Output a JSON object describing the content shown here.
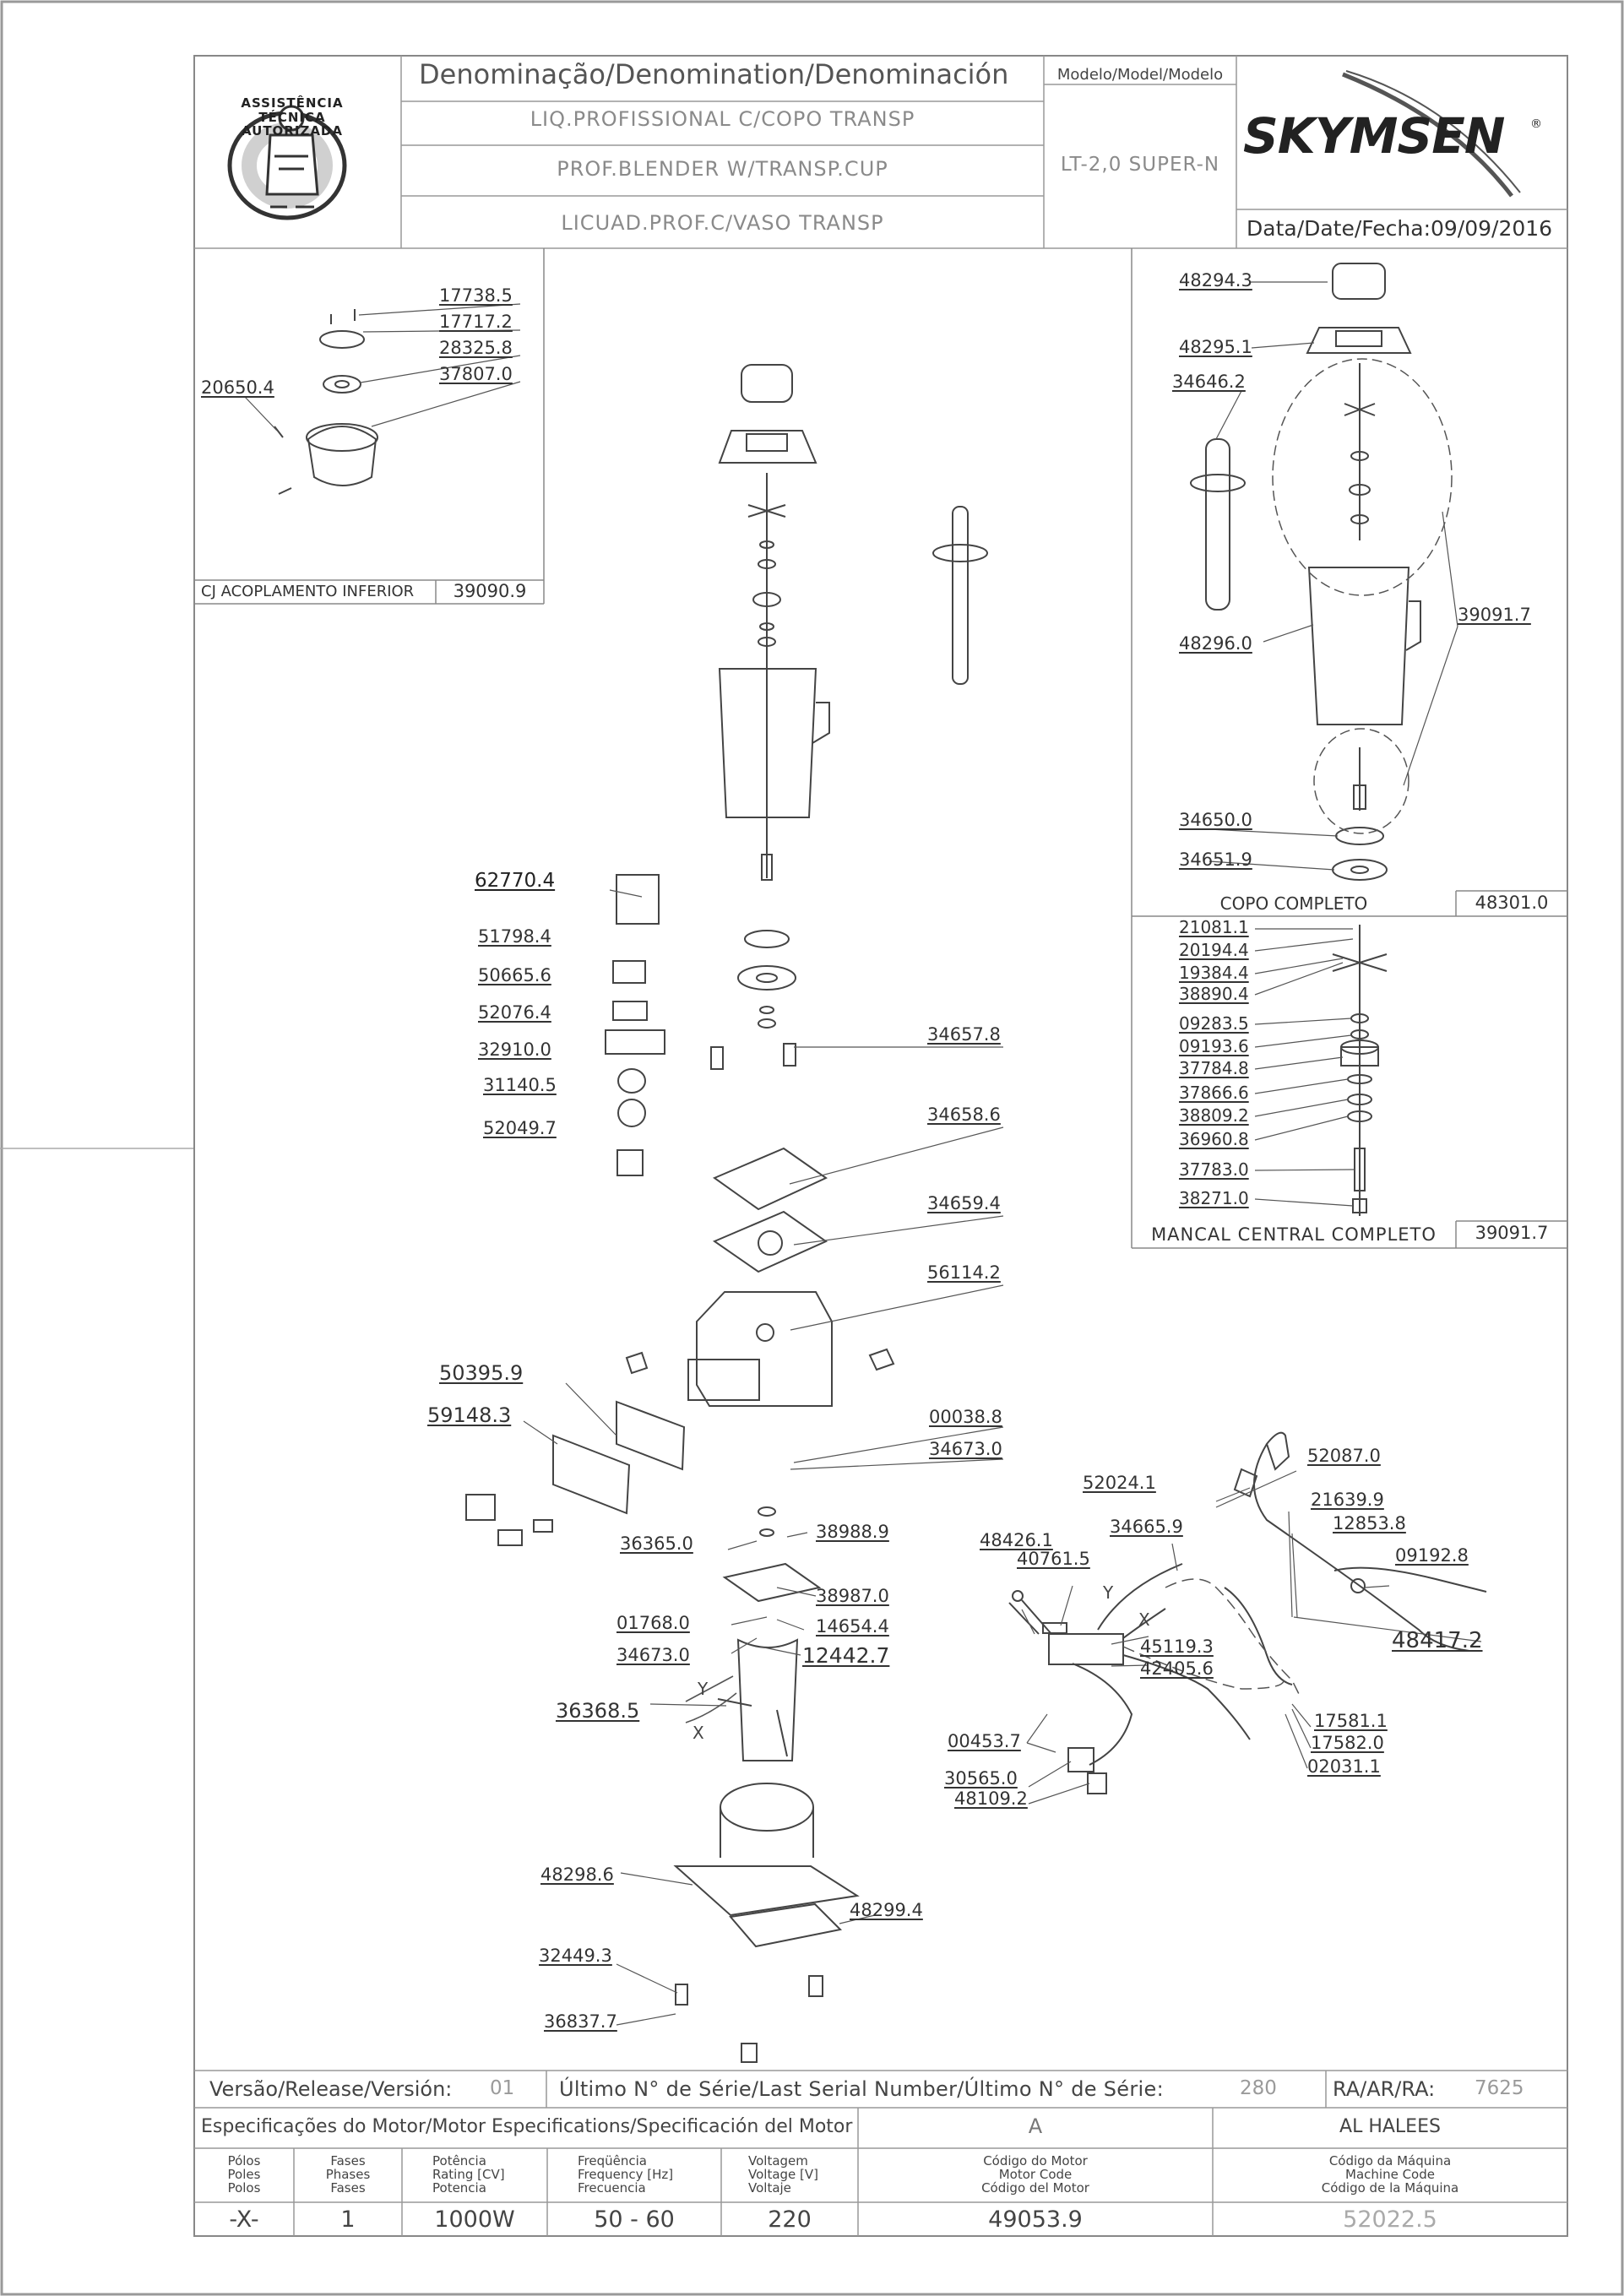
{
  "header": {
    "denomination_label": "Denominação/Denomination/Denominación",
    "desc_pt": "LIQ.PROFISSIONAL C/COPO TRANSP",
    "desc_en": "PROF.BLENDER W/TRANSP.CUP",
    "desc_es": "LICUAD.PROF.C/VASO TRANSP",
    "model_label": "Modelo/Model/Modelo",
    "model_value": "LT-2,0 SUPER-N",
    "brand": "SKYMSEN",
    "date_label": "Data/Date/Fecha:",
    "date_value": "09/09/2016",
    "seal_text": "ASSISTÊNCIA TÉCNICA AUTORIZADA"
  },
  "inset_lower_coupling": {
    "title": "CJ ACOPLAMENTO INFERIOR",
    "code": "39090.9",
    "parts": [
      "17738.5",
      "17717.2",
      "28325.8",
      "37807.0",
      "20650.4"
    ]
  },
  "inset_cup": {
    "title": "COPO COMPLETO",
    "code": "48301.0",
    "parts": [
      "48294.3",
      "48295.1",
      "34646.2",
      "48296.0",
      "39091.7",
      "34650.0",
      "34651.9"
    ]
  },
  "inset_bearing": {
    "title": "MANCAL CENTRAL COMPLETO",
    "code": "39091.7",
    "parts": [
      "21081.1",
      "20194.4",
      "19384.4",
      "38890.4",
      "09283.5",
      "09193.6",
      "37784.8",
      "37866.6",
      "38809.2",
      "36960.8",
      "37783.0",
      "38271.0"
    ]
  },
  "main_parts": {
    "labels": [
      "62770.4",
      "51798.4",
      "50665.6",
      "52076.4",
      "32910.0",
      "31140.5",
      "52049.7",
      "34657.8",
      "34658.6",
      "34659.4",
      "56114.2",
      "50395.9",
      "59148.3",
      "00038.8",
      "34673.0",
      "36365.0",
      "38988.9",
      "38987.0",
      "01768.0",
      "14654.4",
      "34673.0",
      "12442.7",
      "36368.5",
      "48298.6",
      "48299.4",
      "32449.3",
      "36837.7"
    ],
    "wire_markers": [
      "Y",
      "X"
    ]
  },
  "wiring_parts": {
    "labels": [
      "52087.0",
      "52024.1",
      "34665.9",
      "21639.9",
      "12853.8",
      "48426.1",
      "40761.5",
      "09192.8",
      "48417.2",
      "45119.3",
      "42405.6",
      "17581.1",
      "17582.0",
      "02031.1",
      "00453.7",
      "30565.0",
      "48109.2"
    ],
    "wire_markers": [
      "Y",
      "X"
    ]
  },
  "footer": {
    "version_label": "Versão/Release/Versión:",
    "version_value": "01",
    "serial_label": "Último N° de Série/Last Serial Number/Último N° de Série:",
    "serial_value": "280",
    "ra_label": "RA/AR/RA:",
    "ra_value": "7625",
    "motor_spec_label": "Especificações do Motor/Motor Especifications/Specificación del Motor",
    "motor_spec_value": "A",
    "machine_name": "AL HALEES",
    "poles_h": [
      "Pólos",
      "Poles",
      "Polos"
    ],
    "phases_h": [
      "Fases",
      "Phases",
      "Fases"
    ],
    "power_h": [
      "Potência",
      "Rating [CV]",
      "Potencia"
    ],
    "freq_h": [
      "Freqüência",
      "Frequency [Hz]",
      "Frecuencia"
    ],
    "voltage_h": [
      "Voltagem",
      "Voltage [V]",
      "Voltaje"
    ],
    "motor_code_h": [
      "Código do Motor",
      "Motor Code",
      "Código del Motor"
    ],
    "machine_code_h": [
      "Código da Máquina",
      "Machine Code",
      "Código de la Máquina"
    ],
    "poles": "-X-",
    "phases": "1",
    "power": "1000W",
    "frequency": "50 - 60",
    "voltage": "220",
    "motor_code": "49053.9",
    "machine_code": "52022.5"
  }
}
